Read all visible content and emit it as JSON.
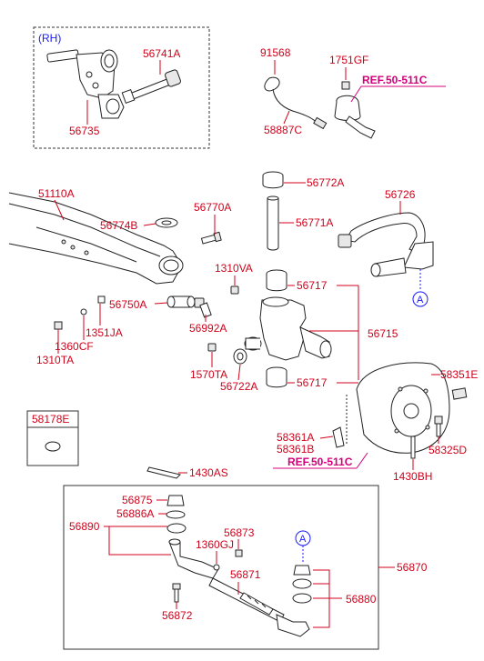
{
  "colors": {
    "label": "#d0021b",
    "ref": "#d4007a",
    "marker": "#1a1aff",
    "line": "#222222"
  },
  "inset": {
    "side_label": "(RH)",
    "parts": [
      "56741A",
      "56735"
    ]
  },
  "top_parts": {
    "p1": "91568",
    "p2": "1751GF",
    "p3": "58887C",
    "ref": "REF.50-511C"
  },
  "labels": {
    "l51110A": "51110A",
    "l56774B": "56774B",
    "l56770A": "56770A",
    "l56772A": "56772A",
    "l56771A": "56771A",
    "l56726": "56726",
    "l1310VA": "1310VA",
    "l56717a": "56717",
    "l56750A": "56750A",
    "l1351JA": "1351JA",
    "l56992A": "56992A",
    "l56715": "56715",
    "l1360CF": "1360CF",
    "l1310TA": "1310TA",
    "l1570TA": "1570TA",
    "l56722A": "56722A",
    "l56717b": "56717",
    "l58351E": "58351E",
    "l58361A": "58361A",
    "l58361B": "58361B",
    "l58325D": "58325D",
    "l1430BH": "1430BH",
    "l1430AS": "1430AS",
    "ref2": "REF.50-511C"
  },
  "marker_letter": "A",
  "box_58178E": "58178E",
  "tie_rod": {
    "l56875": "56875",
    "l56886A": "56886A",
    "l56890": "56890",
    "l56873": "56873",
    "l1360GJ": "1360GJ",
    "l56871": "56871",
    "l56870": "56870",
    "l56880": "56880",
    "l56872": "56872"
  }
}
